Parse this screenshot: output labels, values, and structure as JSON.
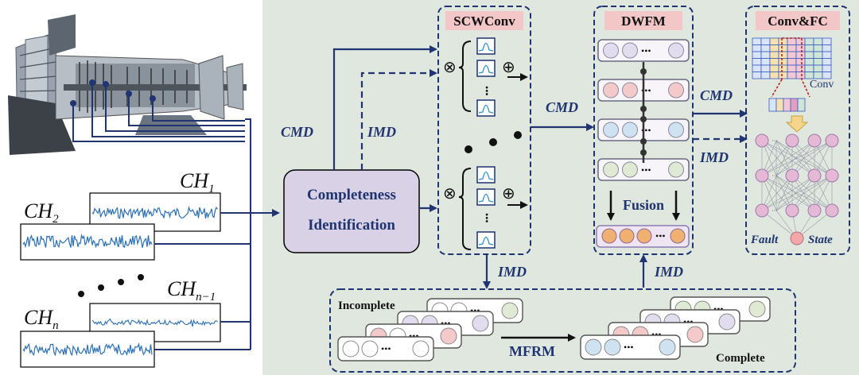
{
  "colors": {
    "navy": "#1f3470",
    "panel": "#dfe7df",
    "signal": "#2b6fb5",
    "header_pink": "#f3c7c7",
    "identify_fill": "#d9d2e6",
    "grid_blue": "#5b7fc9",
    "grid_yellow": "#e8d080",
    "grid_pink": "#e8a0b0",
    "grid_green": "#8fc0a0",
    "node_pink": "#e5b8d6",
    "fault_node": "#f4a7a7",
    "fusion_orange": "#f0b070",
    "arrow_yellow": "#f5d58a"
  },
  "icons": [
    "turbofan-engine-icon",
    "otimes-icon",
    "oplus-icon",
    "conv-kernel-icon",
    "neural-network-icon",
    "fusion-arrow-icon"
  ],
  "sensors": {
    "ch1": {
      "base": "CH",
      "sub": "1"
    },
    "ch2": {
      "base": "CH",
      "sub": "2"
    },
    "chn1": {
      "base": "CH",
      "sub": "n−1"
    },
    "chn": {
      "base": "CH",
      "sub": "n"
    }
  },
  "labels": {
    "cmd": "CMD",
    "imd": "IMD",
    "identify_line1": "Completeness",
    "identify_line2": "Identification",
    "scwconv": "SCWConv",
    "dwfm": "DWFM",
    "convfc": "Conv&FC",
    "conv": "Conv",
    "fusion": "Fusion",
    "fault": "Fault",
    "state": "State",
    "incomplete": "Incomplete",
    "complete": "Complete",
    "mfrm": "MFRM",
    "otimes": "⊗",
    "oplus": "⊕",
    "ellipsis": "• • •"
  }
}
